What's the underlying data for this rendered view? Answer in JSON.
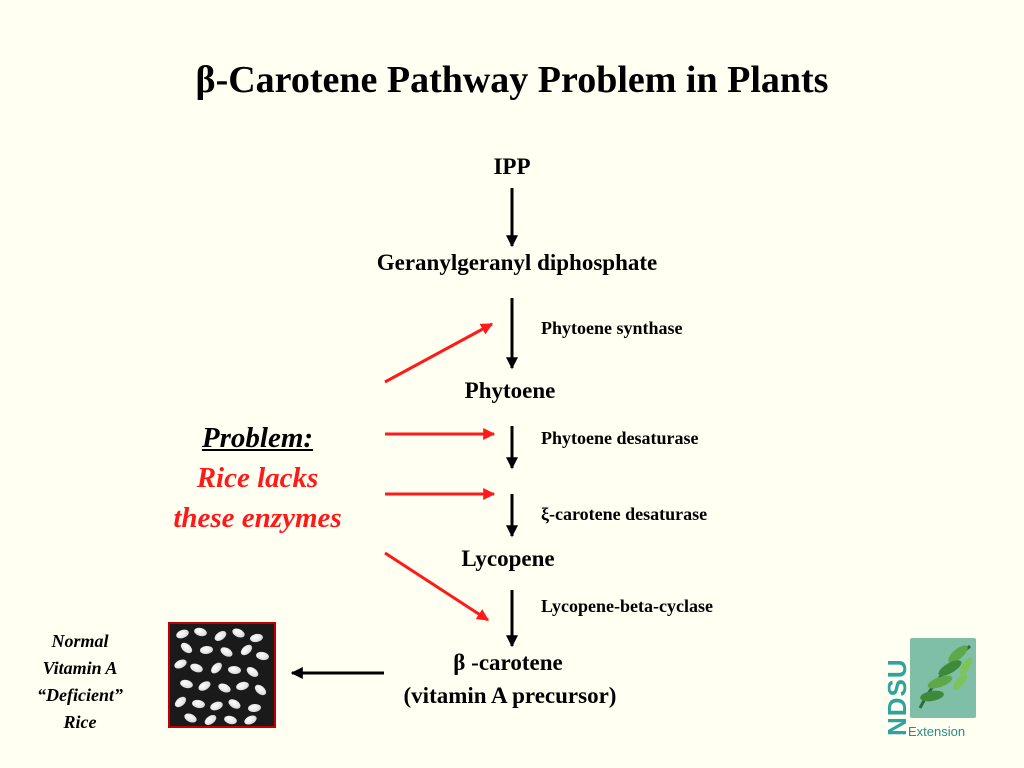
{
  "title": "β-Carotene Pathway Problem in Plants",
  "pathway": {
    "ipp": "IPP",
    "ggpp": "Geranylgeranyl diphosphate",
    "phytoene": "Phytoene",
    "lycopene": "Lycopene",
    "beta_carotene_line1": "β -carotene",
    "beta_carotene_line2": "(vitamin A precursor)"
  },
  "enzymes": {
    "phytoene_synthase": "Phytoene synthase",
    "phytoene_desaturase": "Phytoene desaturase",
    "zeta_carotene_desaturase": "ξ-carotene desaturase",
    "lycopene_beta_cyclase": "Lycopene-beta-cyclase"
  },
  "problem": {
    "heading": "Problem:",
    "line1": "Rice lacks",
    "line2": "these enzymes"
  },
  "rice": {
    "line1": "Normal",
    "line2": "Vitamin A",
    "line3": "“Deficient”",
    "line4": "Rice"
  },
  "logo": {
    "name": "NDSU",
    "sub": "Extension"
  },
  "colors": {
    "background": "#fffff2",
    "problem_red": "#ff1a1a",
    "arrow_black": "#000000",
    "logo_teal": "#2ea3a0"
  }
}
